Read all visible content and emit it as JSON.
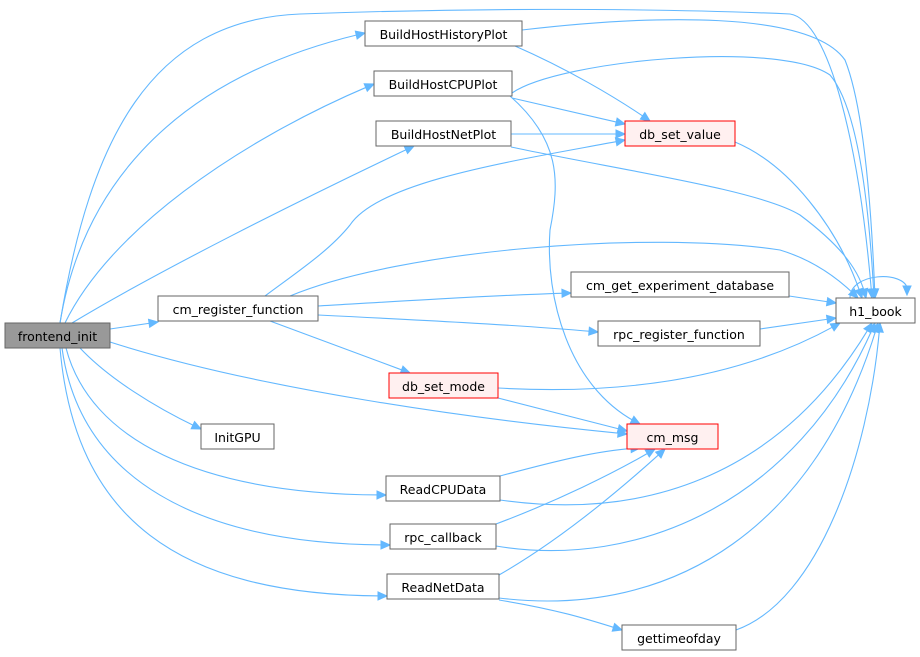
{
  "graph": {
    "nodes": {
      "frontend_init": {
        "label": "frontend_init",
        "style": "root"
      },
      "build_host_history_plot": {
        "label": "BuildHostHistoryPlot",
        "style": "normal"
      },
      "build_host_cpu_plot": {
        "label": "BuildHostCPUPlot",
        "style": "normal"
      },
      "build_host_net_plot": {
        "label": "BuildHostNetPlot",
        "style": "normal"
      },
      "db_set_value": {
        "label": "db_set_value",
        "style": "highlight"
      },
      "cm_register_function": {
        "label": "cm_register_function",
        "style": "normal"
      },
      "cm_get_experiment_database": {
        "label": "cm_get_experiment_database",
        "style": "normal"
      },
      "rpc_register_function": {
        "label": "rpc_register_function",
        "style": "normal"
      },
      "h1_book": {
        "label": "h1_book",
        "style": "normal"
      },
      "db_set_mode": {
        "label": "db_set_mode",
        "style": "highlight"
      },
      "init_gpu": {
        "label": "InitGPU",
        "style": "normal"
      },
      "cm_msg": {
        "label": "cm_msg",
        "style": "highlight"
      },
      "read_cpu_data": {
        "label": "ReadCPUData",
        "style": "normal"
      },
      "rpc_callback": {
        "label": "rpc_callback",
        "style": "normal"
      },
      "read_net_data": {
        "label": "ReadNetData",
        "style": "normal"
      },
      "gettimeofday": {
        "label": "gettimeofday",
        "style": "normal"
      }
    },
    "colors": {
      "edge": "#63b8ff",
      "root_fill": "#999999",
      "root_stroke": "#666666",
      "normal_fill": "#ffffff",
      "normal_stroke": "#666666",
      "highlight_fill": "#fff0f0",
      "highlight_stroke": "#ff0000",
      "text": "#000000"
    }
  }
}
